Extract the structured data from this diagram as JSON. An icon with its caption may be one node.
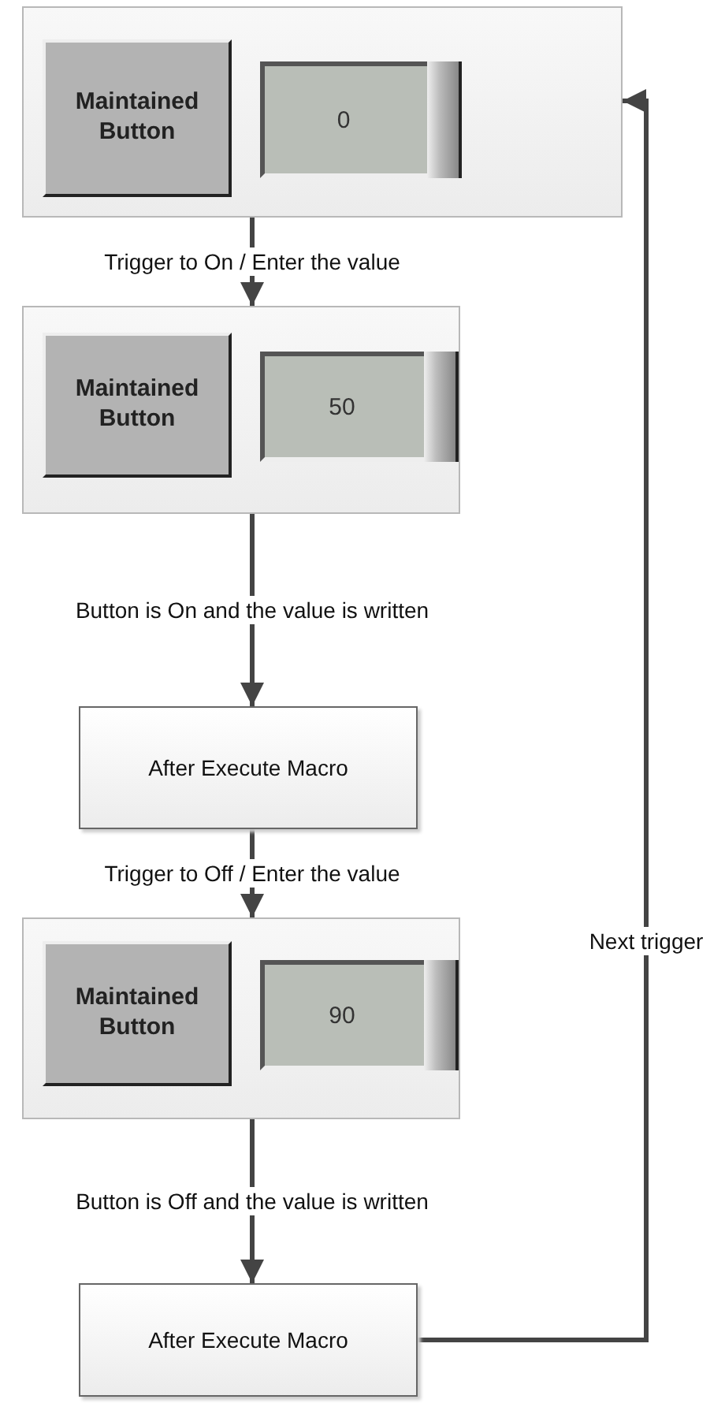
{
  "diagram": {
    "nodes": [
      {
        "text": [],
        "shape": "box"
      },
      {
        "text": [
          "Maintained Button"
        ],
        "in": 0
      },
      {
        "text": [
          "0"
        ],
        "in": 0
      },
      {
        "text": [],
        "shape": "box"
      },
      {
        "text": [
          "Maintained Button"
        ],
        "in": 3
      },
      {
        "text": [
          "50"
        ],
        "in": 3
      },
      {
        "text": [
          "After Execute Macro"
        ]
      },
      {
        "text": [],
        "shape": "box"
      },
      {
        "text": [
          "Maintained Button"
        ],
        "in": 7
      },
      {
        "text": [
          "90"
        ],
        "in": 7
      },
      {
        "text": [
          "After Execute Macro"
        ]
      }
    ],
    "edges": [
      {
        "from": 0,
        "to": 3,
        "arrow": "to",
        "label": "Trigger to On / Enter the value"
      },
      {
        "from": 3,
        "to": 6,
        "arrow": "to",
        "label": "Button is On and the value is written"
      },
      {
        "from": 6,
        "to": 7,
        "arrow": "to",
        "label": "Trigger to Off / Enter the value"
      },
      {
        "from": 7,
        "to": 10,
        "arrow": "to",
        "label": "Button is Off and the value is written"
      },
      {
        "from": 10,
        "to": 0,
        "arrow": "to",
        "label": "Next trigger"
      }
    ]
  }
}
